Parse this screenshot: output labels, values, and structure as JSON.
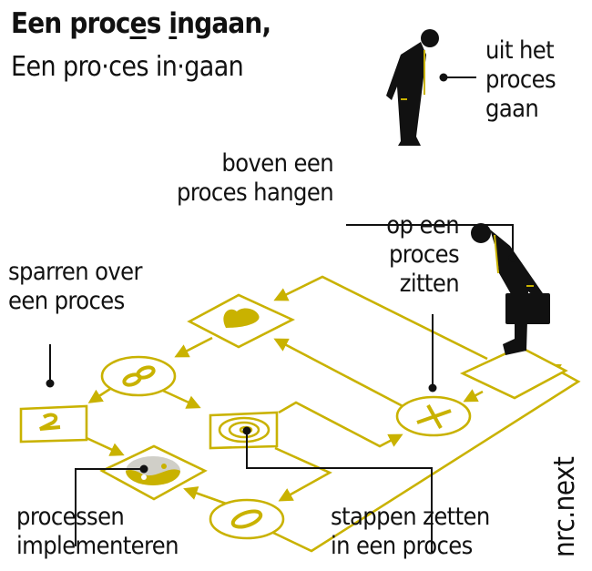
{
  "title": {
    "part1": "Een proc",
    "part2": "e",
    "part3": "s ",
    "part4": "i",
    "part5": "ngaan,"
  },
  "subtitle": "Een pro·ces in·gaan",
  "labels": {
    "uit_het_proces_gaan": [
      "uit het",
      "proces",
      "gaan"
    ],
    "boven_een_proces_hangen": [
      "boven een",
      "proces hangen"
    ],
    "op_een_proces_zitten": [
      "op een",
      "proces",
      "zitten"
    ],
    "sparren_over_een_proces": [
      "sparren over",
      "een proces"
    ],
    "processen_implementeren": [
      "processen",
      "implementeren"
    ],
    "stappen_zetten": [
      "stappen zetten",
      "in een proces"
    ]
  },
  "brand": "nrc.next",
  "colors": {
    "accent": "#c9b200",
    "ink": "#111111",
    "yin": "#d0cfc8"
  },
  "icons": [
    "heart-icon",
    "eight-icon",
    "two-icon",
    "yin-yang-icon",
    "zero-icon",
    "spiral-icon",
    "x-icon",
    "businessman-icon"
  ]
}
